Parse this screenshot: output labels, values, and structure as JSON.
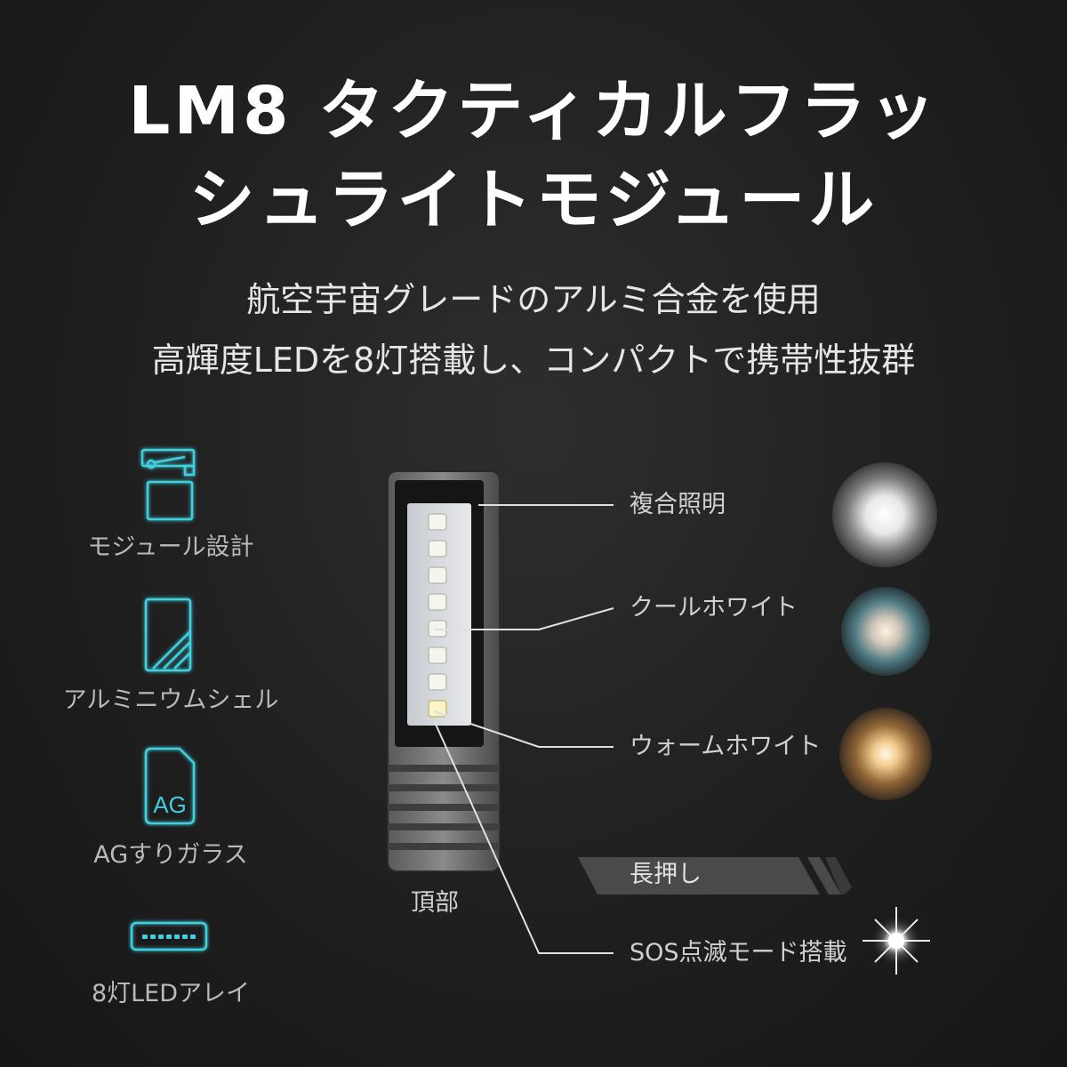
{
  "title": {
    "line1": "LM8 タクティカルフラッ",
    "line2": "シュライトモジュール"
  },
  "subtitle": {
    "line1": "航空宇宙グレードのアルミ合金を使用",
    "line2": "高輝度LEDを8灯搭載し、コンパクトで携帯性抜群"
  },
  "features": [
    {
      "label": "モジュール設計",
      "icon": "module-icon"
    },
    {
      "label": "アルミニウムシェル",
      "icon": "aluminum-shell-icon"
    },
    {
      "label": "AGすりガラス",
      "icon": "ag-glass-icon",
      "icon_text": "AG"
    },
    {
      "label": "8灯LEDアレイ",
      "icon": "led-array-icon"
    }
  ],
  "device": {
    "bottom_label": "頂部"
  },
  "callouts": [
    {
      "label": "複合照明"
    },
    {
      "label": "クールホワイト"
    },
    {
      "label": "ウォームホワイト"
    },
    {
      "label": "SOS点滅モード搭載"
    }
  ],
  "long_press": {
    "label": "長押し"
  },
  "colors": {
    "accent_cyan": "#3fd0e0",
    "background": "#1f1f1f"
  }
}
